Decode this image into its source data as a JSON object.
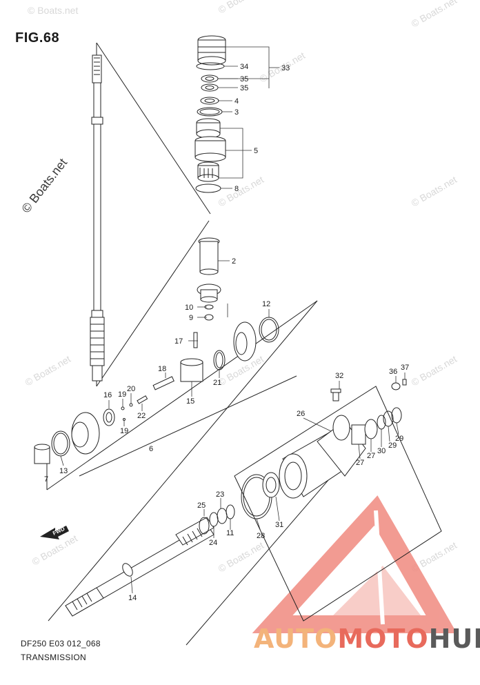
{
  "figure": {
    "title": "FIG.68",
    "code": "DF250 E03 012_068",
    "name": "TRANSMISSION"
  },
  "watermarks": {
    "main": "© Boats.net",
    "small": "© Boats.net"
  },
  "fwd_label": "FWD",
  "logo": {
    "part1": "AUTO",
    "part2": "MOTO",
    "part3": "HUB",
    "colors": {
      "auto": "#f3b37a",
      "moto": "#e86a5c",
      "hub": "#5a5a5a",
      "triangle": "#f08a80"
    }
  },
  "callouts": [
    {
      "id": "c34",
      "text": "34"
    },
    {
      "id": "c33",
      "text": "33"
    },
    {
      "id": "c35a",
      "text": "35"
    },
    {
      "id": "c35b",
      "text": "35"
    },
    {
      "id": "c4",
      "text": "4"
    },
    {
      "id": "c3",
      "text": "3"
    },
    {
      "id": "c5",
      "text": "5"
    },
    {
      "id": "c8",
      "text": "8"
    },
    {
      "id": "c2",
      "text": "2"
    },
    {
      "id": "c10",
      "text": "10"
    },
    {
      "id": "c9",
      "text": "9"
    },
    {
      "id": "c12",
      "text": "12"
    },
    {
      "id": "c17",
      "text": "17"
    },
    {
      "id": "c18",
      "text": "18"
    },
    {
      "id": "c21",
      "text": "21"
    },
    {
      "id": "c15",
      "text": "15"
    },
    {
      "id": "c16",
      "text": "16"
    },
    {
      "id": "c19a",
      "text": "19"
    },
    {
      "id": "c20",
      "text": "20"
    },
    {
      "id": "c22",
      "text": "22"
    },
    {
      "id": "c19b",
      "text": "19"
    },
    {
      "id": "c6",
      "text": "6"
    },
    {
      "id": "c7",
      "text": "7"
    },
    {
      "id": "c13",
      "text": "13"
    },
    {
      "id": "c32",
      "text": "32"
    },
    {
      "id": "c36",
      "text": "36"
    },
    {
      "id": "c37",
      "text": "37"
    },
    {
      "id": "c26",
      "text": "26"
    },
    {
      "id": "c29a",
      "text": "29"
    },
    {
      "id": "c29b",
      "text": "29"
    },
    {
      "id": "c30",
      "text": "30"
    },
    {
      "id": "c27a",
      "text": "27"
    },
    {
      "id": "c27b",
      "text": "27"
    },
    {
      "id": "c31",
      "text": "31"
    },
    {
      "id": "c28",
      "text": "28"
    },
    {
      "id": "c25",
      "text": "25"
    },
    {
      "id": "c23",
      "text": "23"
    },
    {
      "id": "c24",
      "text": "24"
    },
    {
      "id": "c11",
      "text": "11"
    },
    {
      "id": "c14",
      "text": "14"
    }
  ]
}
